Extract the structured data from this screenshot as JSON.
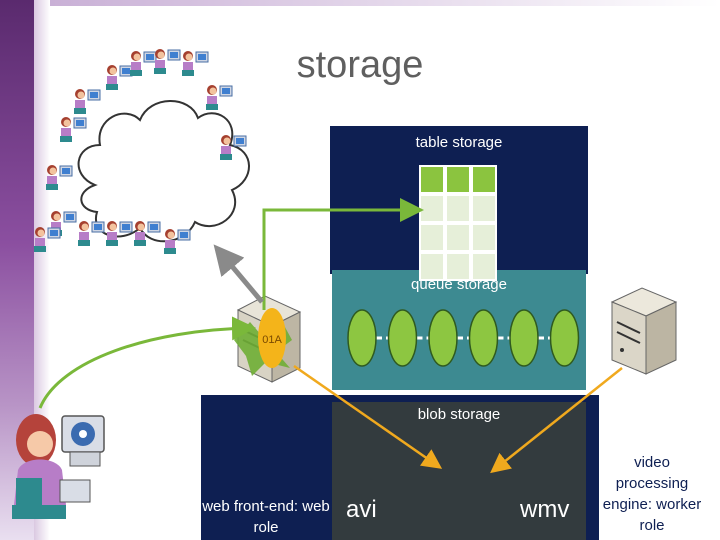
{
  "title": "storage",
  "labels": {
    "table_storage": "table storage",
    "queue_storage": "queue storage",
    "blob_storage": "blob storage",
    "web_role": "web front-end: web role",
    "worker_role": "video processing engine: worker role",
    "avi": "avi",
    "wmv": "wmv",
    "badge": "01A"
  },
  "colors": {
    "navy": "#0e1f52",
    "queue": "#3d8a91",
    "blob": "#333b3e",
    "green_arrow": "#7ab83a",
    "orange_arrow": "#f0a91e",
    "grey_arrow": "#8a8a8a",
    "table_header": "#8bc43f",
    "table_cell": "#e6efd9",
    "queue_item": "#8dc641",
    "badge": "#f4b41a"
  },
  "queue_item_count": 6,
  "table_grid": {
    "rows": 4,
    "cols": 3
  }
}
